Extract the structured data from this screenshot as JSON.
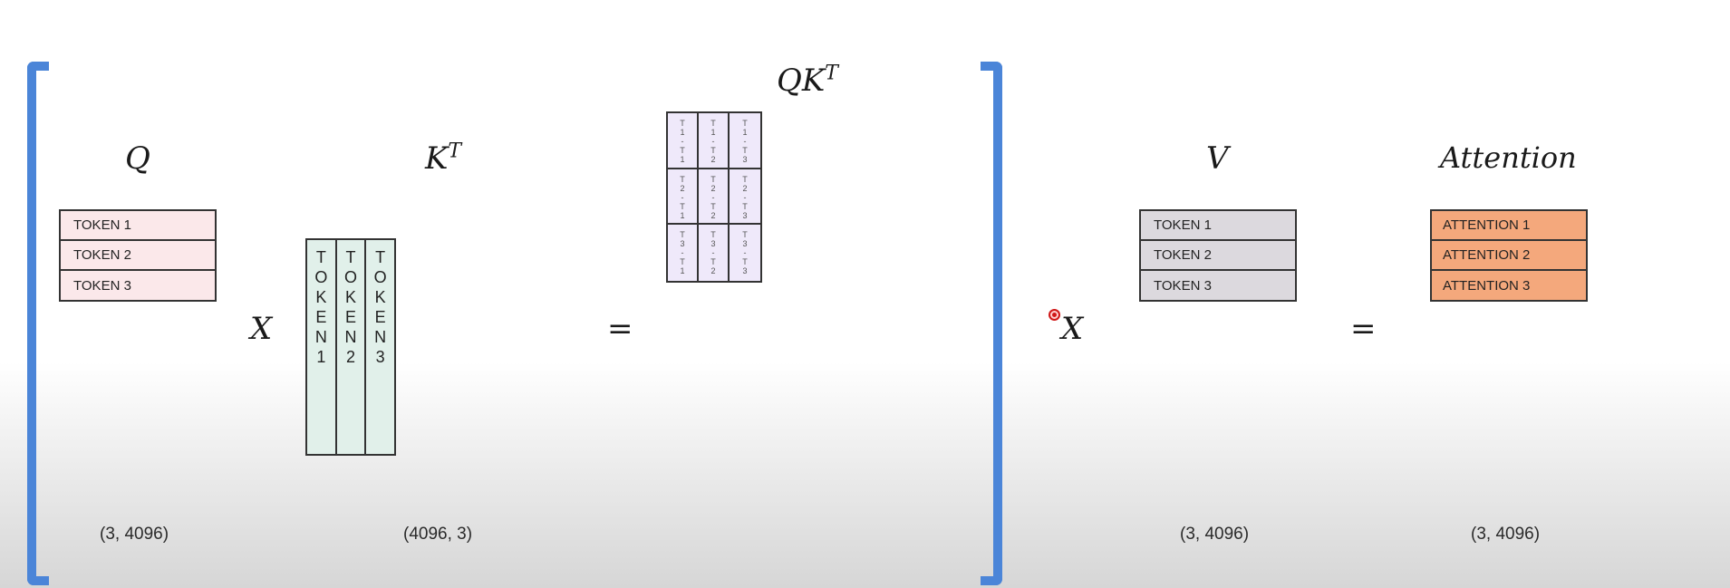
{
  "labels": {
    "q": "Q",
    "k": "K",
    "k_sup": "T",
    "qk": "QK",
    "qk_sup": "T",
    "v": "V",
    "attention": "Attention"
  },
  "operators": {
    "times1": "X",
    "equals1": "=",
    "times2": "X",
    "equals2": "="
  },
  "q_matrix": {
    "rows": [
      "TOKEN 1",
      "TOKEN 2",
      "TOKEN 3"
    ],
    "shape": "(3, 4096)",
    "color": "#fbe8ea"
  },
  "kt_matrix": {
    "columns": [
      [
        "T",
        "O",
        "K",
        "E",
        "N",
        "1"
      ],
      [
        "T",
        "O",
        "K",
        "E",
        "N",
        "2"
      ],
      [
        "T",
        "O",
        "K",
        "E",
        "N",
        "3"
      ]
    ],
    "shape": "(4096, 3)",
    "color": "#e1f0ea"
  },
  "qkt_matrix": {
    "cells": [
      [
        [
          "T",
          "1",
          "-",
          "T",
          "1"
        ],
        [
          "T",
          "1",
          "-",
          "T",
          "2"
        ],
        [
          "T",
          "1",
          "-",
          "T",
          "3"
        ]
      ],
      [
        [
          "T",
          "2",
          "-",
          "T",
          "1"
        ],
        [
          "T",
          "2",
          "-",
          "T",
          "2"
        ],
        [
          "T",
          "2",
          "-",
          "T",
          "3"
        ]
      ],
      [
        [
          "T",
          "3",
          "-",
          "T",
          "1"
        ],
        [
          "T",
          "3",
          "-",
          "T",
          "2"
        ],
        [
          "T",
          "3",
          "-",
          "T",
          "3"
        ]
      ]
    ],
    "color": "#efe9fa"
  },
  "v_matrix": {
    "rows": [
      "TOKEN 1",
      "TOKEN 2",
      "TOKEN 3"
    ],
    "shape": "(3, 4096)",
    "color": "#dcd9de"
  },
  "attention_matrix": {
    "rows": [
      "ATTENTION 1",
      "ATTENTION 2",
      "ATTENTION 3"
    ],
    "shape": "(3, 4096)",
    "color": "#f4a87c"
  },
  "bracket_color": "#4b85d8"
}
